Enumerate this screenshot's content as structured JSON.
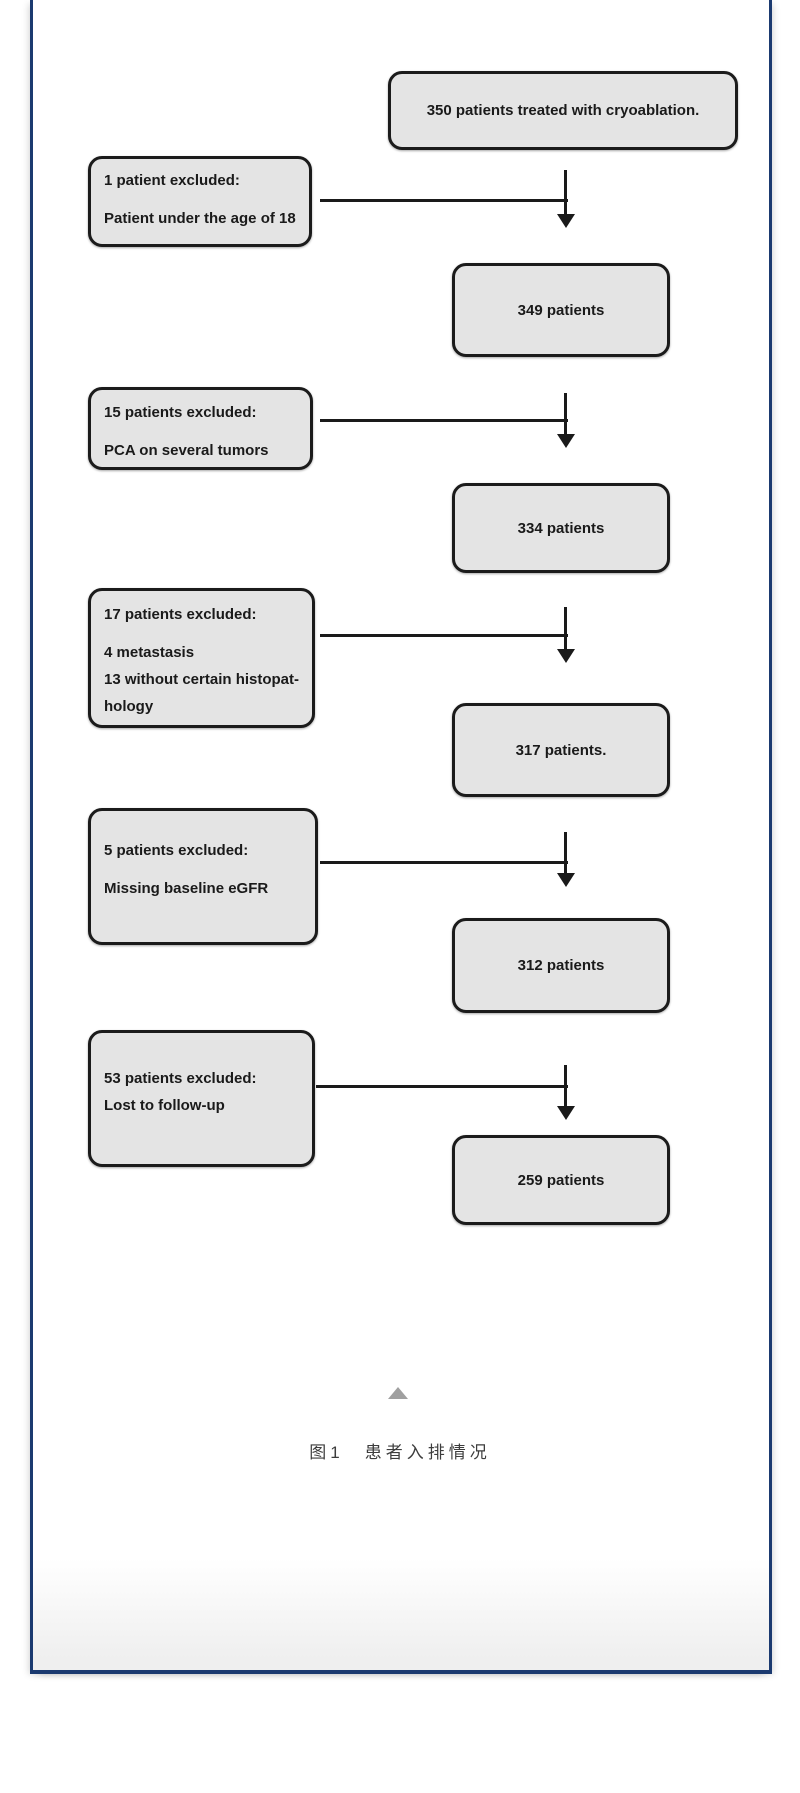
{
  "figure": {
    "title_semantic": "patient enrollment flowchart",
    "node_fill_color": "#e4e4e4",
    "node_border_color": "#1b1b1b",
    "arrow_color": "#1a1a1a",
    "main_nodes": [
      {
        "label": "350 patients treated with cryoablation."
      },
      {
        "label": "349 patients"
      },
      {
        "label": "334 patients"
      },
      {
        "label": "317 patients."
      },
      {
        "label": "312 patients"
      },
      {
        "label": "259 patients"
      }
    ],
    "exclusion_nodes": [
      {
        "lines": [
          "1 patient excluded:",
          "Patient under the age of 18"
        ]
      },
      {
        "lines": [
          "15 patients excluded:",
          "PCA on several tumors"
        ]
      },
      {
        "lines": [
          "17 patients excluded:",
          "4 metastasis",
          "13 without certain histopat-",
          "hology"
        ]
      },
      {
        "lines": [
          "5 patients excluded:",
          "Missing baseline eGFR"
        ]
      },
      {
        "lines": [
          "53 patients excluded:",
          "Lost to follow-up"
        ]
      }
    ]
  },
  "caption": {
    "label": "图1　患者入排情况"
  },
  "page": {
    "frame_color": "#1b3a70",
    "collapse_triangle_color": "#a0a0a0"
  }
}
